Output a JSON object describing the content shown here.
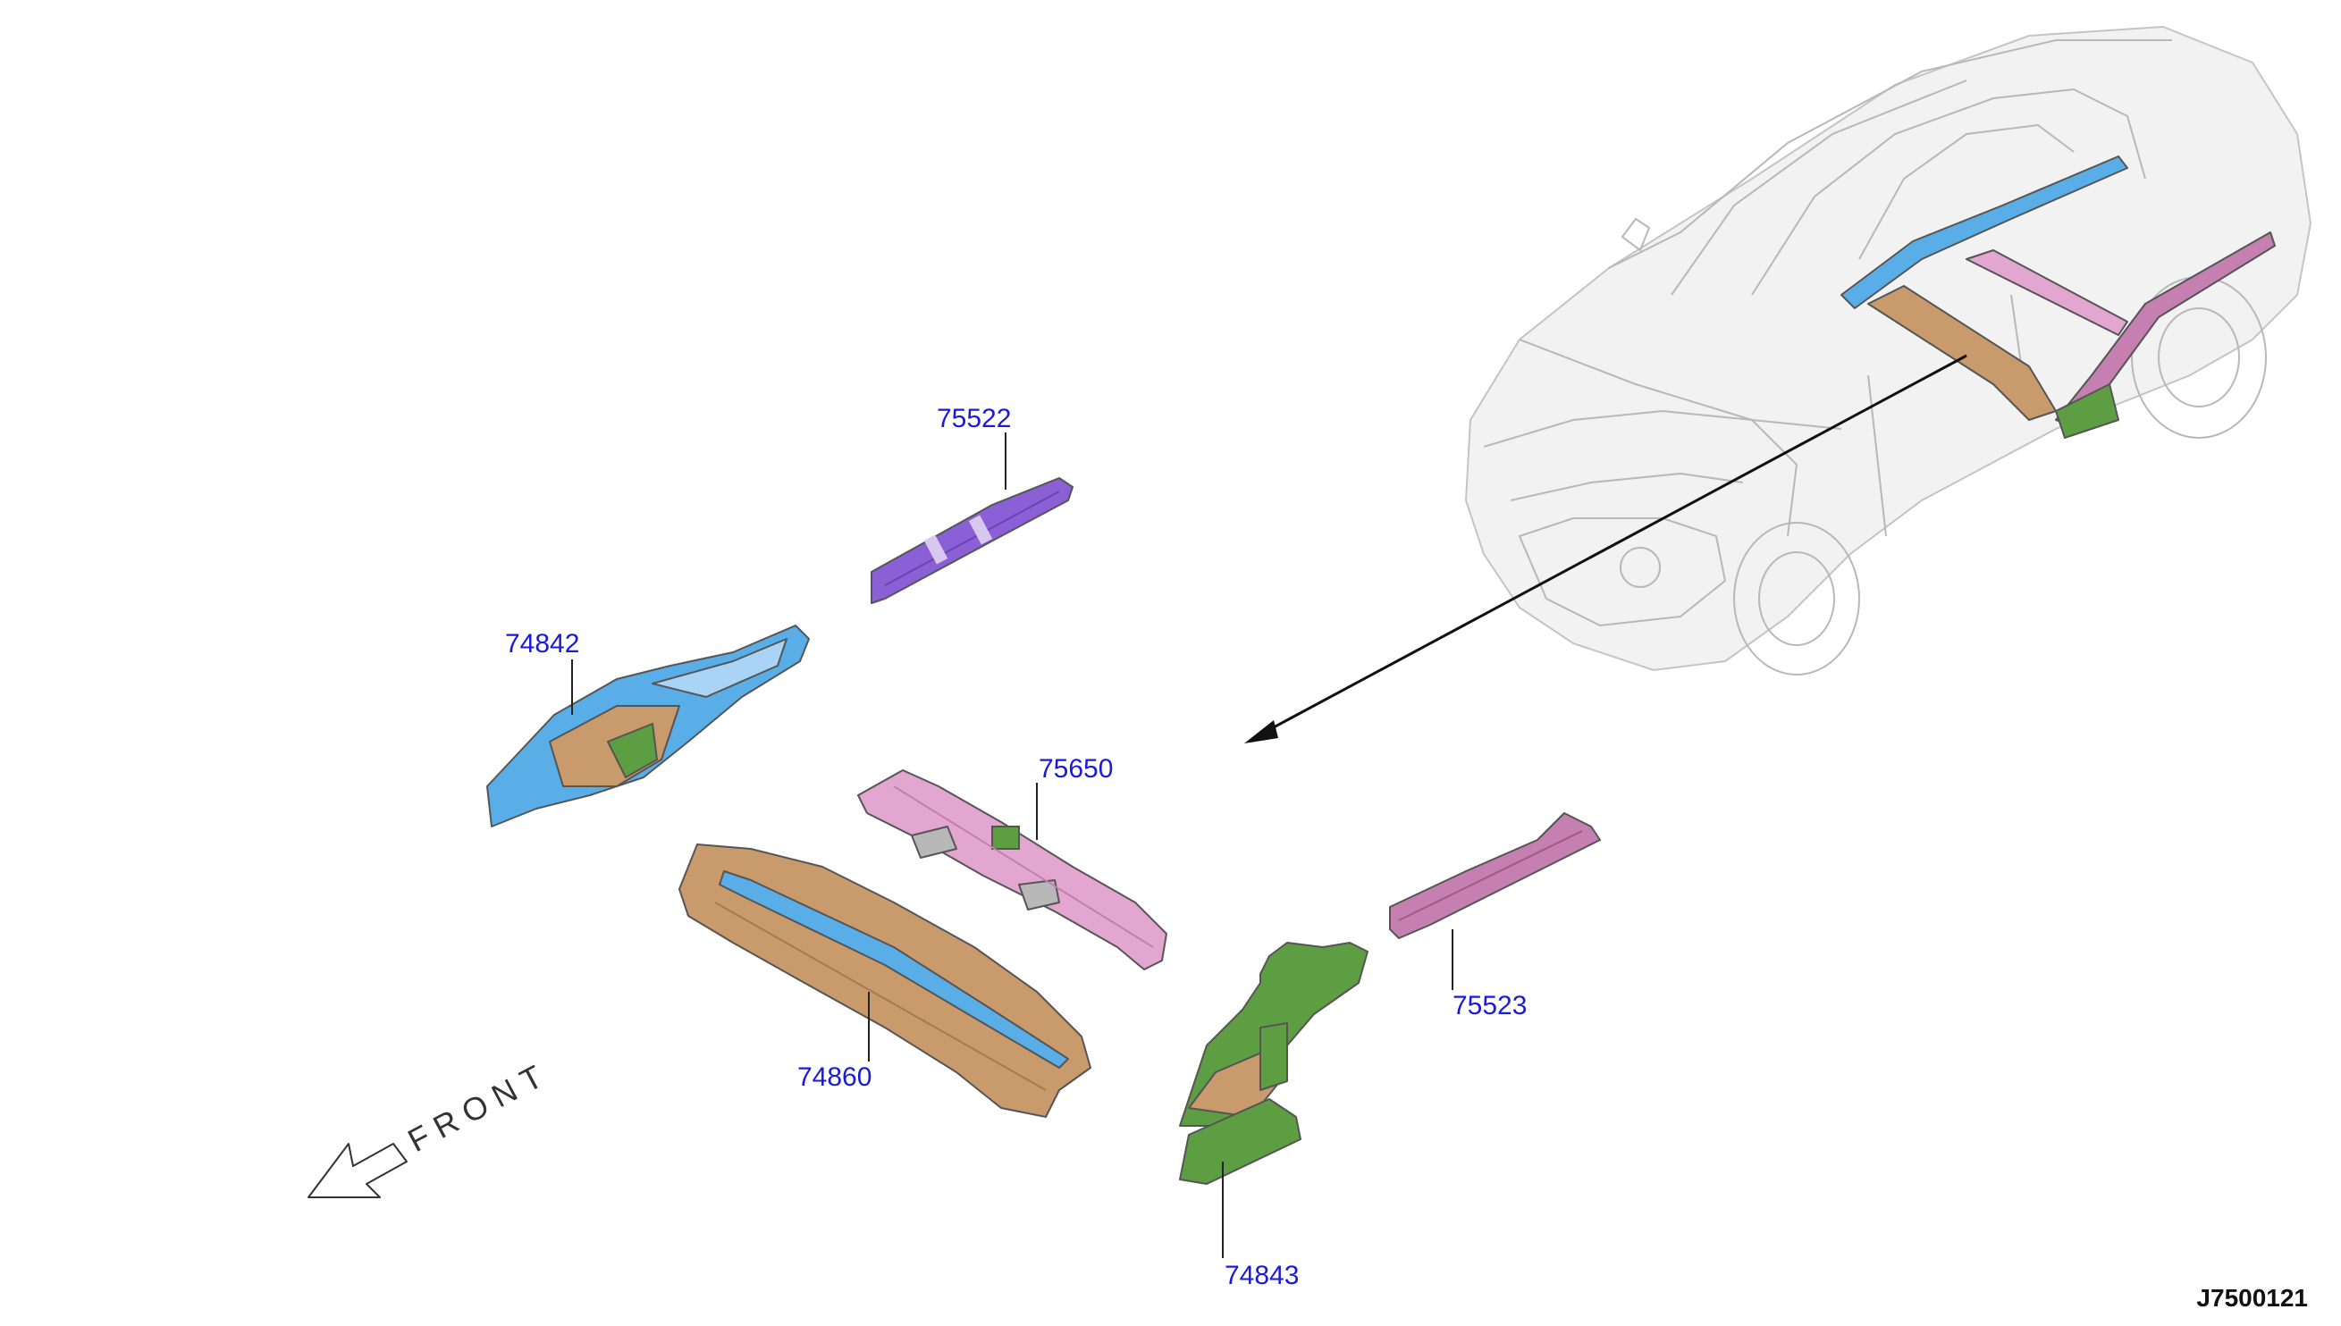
{
  "figure_id": "J7500121",
  "front_label": "FRONT",
  "parts": [
    {
      "number": "75522",
      "color": "#8b5fd6"
    },
    {
      "number": "74842",
      "color": "#5aaee8"
    },
    {
      "number": "75650",
      "color": "#e3a6d0"
    },
    {
      "number": "74860",
      "color": "#c89a6c"
    },
    {
      "number": "75523",
      "color": "#c57fb0"
    },
    {
      "number": "74843",
      "color": "#5e9e43"
    }
  ],
  "colors": {
    "callout_text": "#1a1adb",
    "car_outline": "#b8b8b8",
    "highlight_blue": "#5aaee8",
    "highlight_green": "#5e9e43"
  }
}
